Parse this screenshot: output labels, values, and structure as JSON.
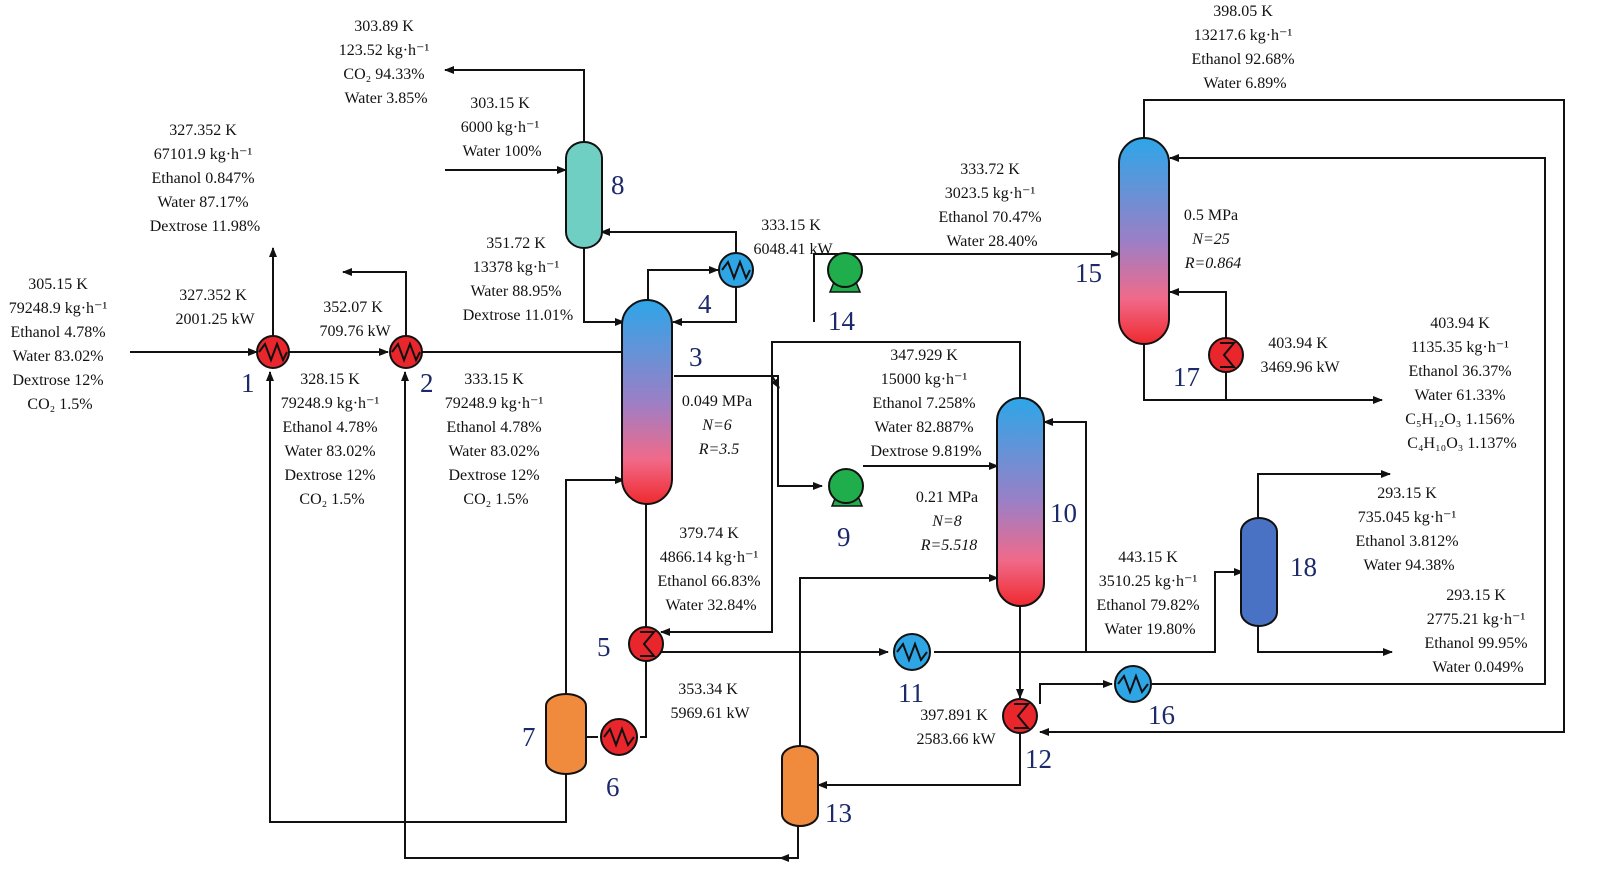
{
  "units": {
    "u1": "1",
    "u2": "2",
    "u3": "3",
    "u4": "4",
    "u5": "5",
    "u6": "6",
    "u7": "7",
    "u8": "8",
    "u9": "9",
    "u10": "10",
    "u11": "11",
    "u12": "12",
    "u13": "13",
    "u14": "14",
    "u15": "15",
    "u16": "16",
    "u17": "17",
    "u18": "18"
  },
  "streams": {
    "feed": [
      "305.15 K",
      "79248.9 kg·h⁻¹",
      "Ethanol 4.78%",
      "Water 83.02%",
      "Dextrose 12%",
      "CO₂ 1.5%"
    ],
    "hx1_out_top": [
      "327.352 K",
      "67101.9 kg·h⁻¹",
      "Ethanol 0.847%",
      "Water 87.17%",
      "Dextrose 11.98%"
    ],
    "hx1_duty": [
      "327.352 K",
      "2001.25 kW"
    ],
    "hx2_duty": [
      "352.07 K",
      "709.76 kW"
    ],
    "hx1_out_bottom": [
      "328.15 K",
      "79248.9 kg·h⁻¹",
      "Ethanol 4.78%",
      "Water 83.02%",
      "Dextrose 12%",
      "CO₂ 1.5%"
    ],
    "col3_feed": [
      "333.15 K",
      "79248.9 kg·h⁻¹",
      "Ethanol 4.78%",
      "Water 83.02%",
      "Dextrose 12%",
      "CO₂ 1.5%"
    ],
    "absorber_gas": [
      "303.89 K",
      "123.52 kg·h⁻¹",
      "CO₂ 94.33%",
      "Water 3.85%"
    ],
    "absorber_water": [
      "303.15 K",
      "6000 kg·h⁻¹",
      "Water 100%"
    ],
    "absorber_bottoms": [
      "351.72 K",
      "13378 kg·h⁻¹",
      "Water 88.95%",
      "Dextrose 11.01%"
    ],
    "hx4_duty": [
      "333.15 K",
      "6048.41 kW"
    ],
    "col15_feed": [
      "333.72 K",
      "3023.5 kg·h⁻¹",
      "Ethanol 70.47%",
      "Water 28.40%"
    ],
    "col15_top": [
      "398.05 K",
      "13217.6 kg·h⁻¹",
      "Ethanol 92.68%",
      "Water 6.89%"
    ],
    "col15_spec": [
      "0.5 MPa",
      "N=25",
      "R=0.864"
    ],
    "hx17_duty": [
      "403.94 K",
      "3469.96 kW"
    ],
    "col15_bottoms": [
      "403.94 K",
      "1135.35 kg·h⁻¹",
      "Ethanol 36.37%",
      "Water 61.33%",
      "C₅H₁₂O₃ 1.156%",
      "C₄H₁₀O₃ 1.137%"
    ],
    "col10_feed": [
      "347.929 K",
      "15000 kg·h⁻¹",
      "Ethanol 7.258%",
      "Water 82.887%",
      "Dextrose 9.819%"
    ],
    "col3_spec": [
      "0.049 MPa",
      "N=6",
      "R=3.5"
    ],
    "col3_side": [
      "379.74 K",
      "4866.14 kg·h⁻¹",
      "Ethanol 66.83%",
      "Water 32.84%"
    ],
    "col10_spec": [
      "0.21 MPa",
      "N=8",
      "R=5.518"
    ],
    "hx6_duty": [
      "353.34 K",
      "5969.61 kW"
    ],
    "col10_out": [
      "443.15 K",
      "3510.25 kg·h⁻¹",
      "Ethanol 79.82%",
      "Water 19.80%"
    ],
    "dec18_top": [
      "293.15 K",
      "735.045 kg·h⁻¹",
      "Ethanol 3.812%",
      "Water 94.38%"
    ],
    "dec18_bottom": [
      "293.15 K",
      "2775.21 kg·h⁻¹",
      "Ethanol 99.95%",
      "Water 0.049%"
    ],
    "hx12_duty": [
      "397.891 K",
      "2583.66 kW"
    ]
  },
  "colors": {
    "heater_red": "#e8262b",
    "cooler_blue": "#2ea6e6",
    "pump_green": "#1fae4b",
    "absorber_teal": "#6fcfc3",
    "drum_orange": "#f08a3c",
    "decanter_blue": "#4a72c4",
    "column_top": "#2da6e8",
    "column_bottom": "#ef2a2e",
    "label_navy": "#1c2a6b"
  }
}
